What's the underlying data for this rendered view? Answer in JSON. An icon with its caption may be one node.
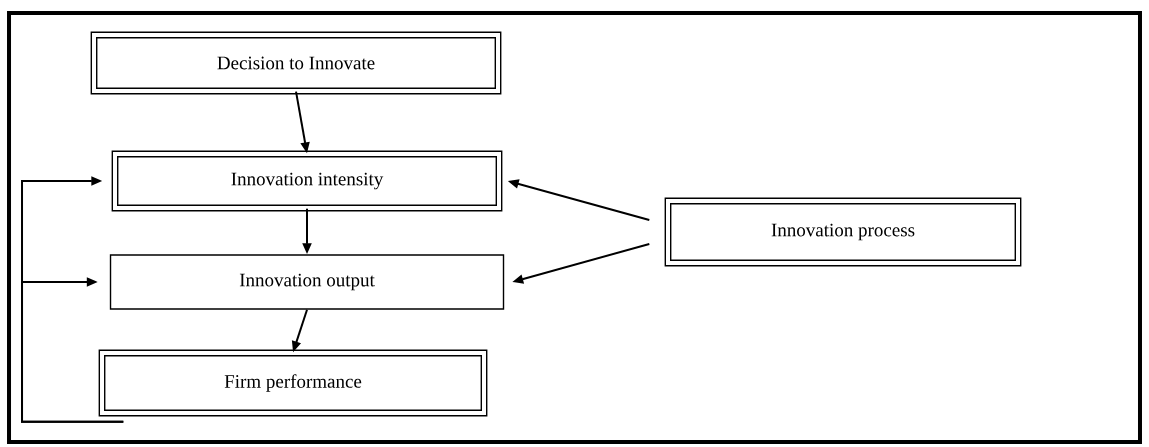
{
  "diagram": {
    "nodes": [
      {
        "text": [
          "Decision to Innovate"
        ]
      },
      {
        "text": [
          "Innovation intensity"
        ]
      },
      {
        "text": [
          "Innovation process"
        ]
      },
      {
        "text": [
          "Innovation output"
        ]
      },
      {
        "text": [
          "Firm performance"
        ]
      }
    ],
    "edges": [
      {
        "from": 0,
        "to": 1,
        "arrow": "to"
      },
      {
        "from": 1,
        "to": 3,
        "arrow": "to"
      },
      {
        "from": 3,
        "to": 4,
        "arrow": "to"
      },
      {
        "from": 2,
        "to": 1,
        "arrow": "to"
      },
      {
        "from": 2,
        "to": 3,
        "arrow": "to"
      },
      {
        "from": 4,
        "to": 1,
        "arrow": "to"
      },
      {
        "from": 4,
        "to": 3,
        "arrow": "to"
      }
    ]
  }
}
